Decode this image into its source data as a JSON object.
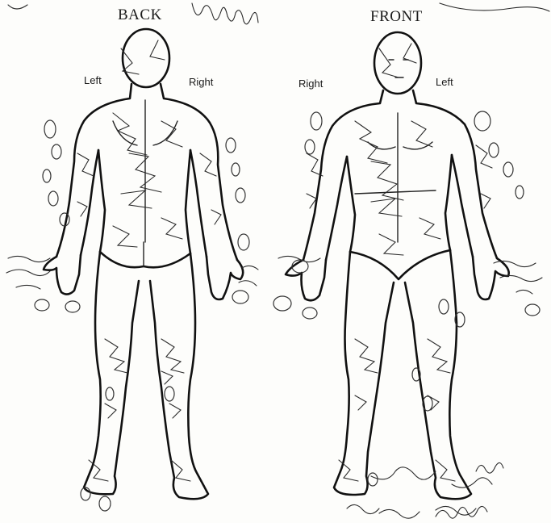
{
  "headings": {
    "back": "BACK",
    "front": "FRONT"
  },
  "back_figure": {
    "left_label": "Left",
    "right_label": "Right"
  },
  "front_figure": {
    "left_label": "Left",
    "right_label": "Right"
  }
}
